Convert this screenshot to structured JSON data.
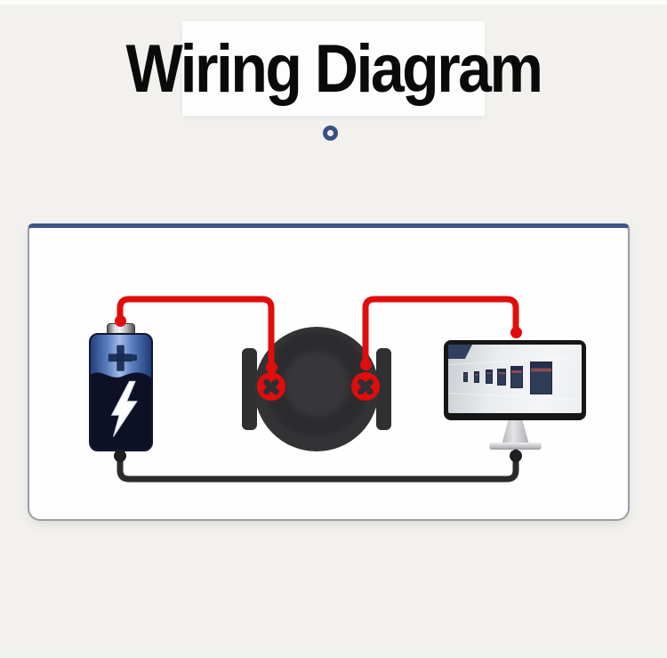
{
  "page": {
    "title": "Wiring Diagram"
  },
  "icons": {
    "divider_ring": "ring-bullet-icon",
    "battery": "battery-icon",
    "battery_plus": "plus-symbol-icon",
    "battery_bolt": "lightning-bolt-icon",
    "sounder": "round-sounder-icon",
    "terminal": "x-screw-terminal-icon",
    "monitor": "monitor-icon"
  },
  "colors": {
    "page_bg": "#f3f1ee",
    "title_text": "#0a0a0a",
    "title_panel": "#fdfdfe",
    "ring_blue": "#3a5183",
    "panel_bg": "#fefefe",
    "panel_border": "#9a9aa2",
    "panel_top_accent": "#3e5585",
    "wire_positive": "#e10c0c",
    "wire_negative": "#2b2b2b",
    "sounder_body": "#303032",
    "battery_dark": "#0e1126",
    "monitor_bezel": "#161616"
  },
  "diagram": {
    "components": [
      "battery",
      "sounder",
      "monitor"
    ],
    "connections": [
      {
        "wire": "positive",
        "color": "#e10c0c",
        "from": "battery-positive-terminal",
        "to": "sounder-left-terminal"
      },
      {
        "wire": "positive",
        "color": "#e10c0c",
        "from": "sounder-right-terminal",
        "to": "monitor-top-connector"
      },
      {
        "wire": "negative",
        "color": "#2b2b2b",
        "from": "battery-negative-terminal",
        "to": "monitor-bottom-connector"
      }
    ]
  }
}
